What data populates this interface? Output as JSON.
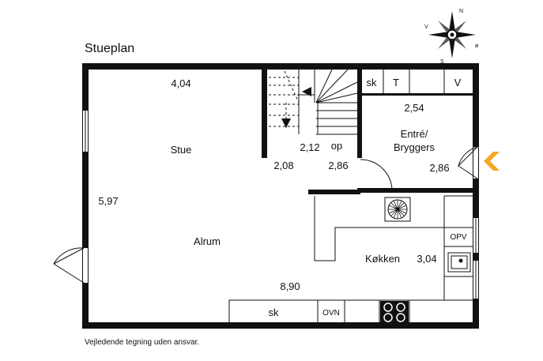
{
  "title": "Stueplan",
  "note": "Vejledende tegning uden ansvar.",
  "compass": {
    "n": "N",
    "v": "V",
    "o": "ø",
    "s": "S"
  },
  "rooms": {
    "stue": "Stue",
    "alrum": "Alrum",
    "entre_line1": "Entré/",
    "entre_line2": "Bryggers",
    "kokken": "Køkken"
  },
  "dimensions": {
    "stue_width": "4,04",
    "stue_depth": "5,97",
    "alrum_width": "8,90",
    "stair_a": "2,12",
    "stair_b": "2,08",
    "hall_width": "2,86",
    "entre_width": "2,54",
    "entre_depth": "2,86",
    "kokken_depth": "3,04"
  },
  "fixtures": {
    "op": "op",
    "sk_entre": "sk",
    "t": "T",
    "v": "V",
    "opv": "OPV",
    "sk_kitchen": "sk",
    "ovn": "OVN"
  },
  "colors": {
    "wall": "#111111",
    "entrance_arrow": "#f5a623"
  },
  "icons": [
    "compass-rose-icon",
    "entrance-arrow-icon",
    "stove-icon",
    "sink-icon",
    "extractor-fan-icon",
    "stair-arrow-icon"
  ]
}
